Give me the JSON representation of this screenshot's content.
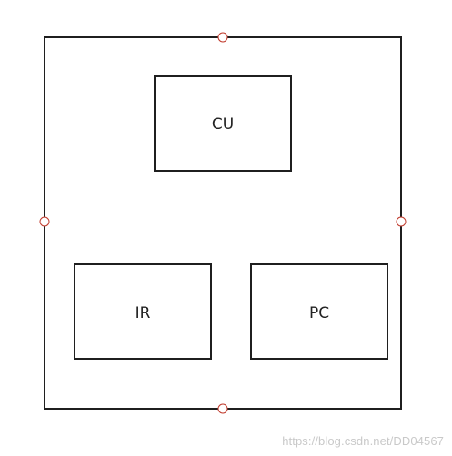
{
  "diagram": {
    "blocks": [
      {
        "id": "cu",
        "label": "CU"
      },
      {
        "id": "ir",
        "label": "IR"
      },
      {
        "id": "pc",
        "label": "PC"
      }
    ],
    "colors": {
      "stroke": "#1f1f1f",
      "handle": "#c0392b",
      "background": "#ffffff"
    }
  },
  "watermark": {
    "text": "https://blog.csdn.net/DD04567"
  }
}
